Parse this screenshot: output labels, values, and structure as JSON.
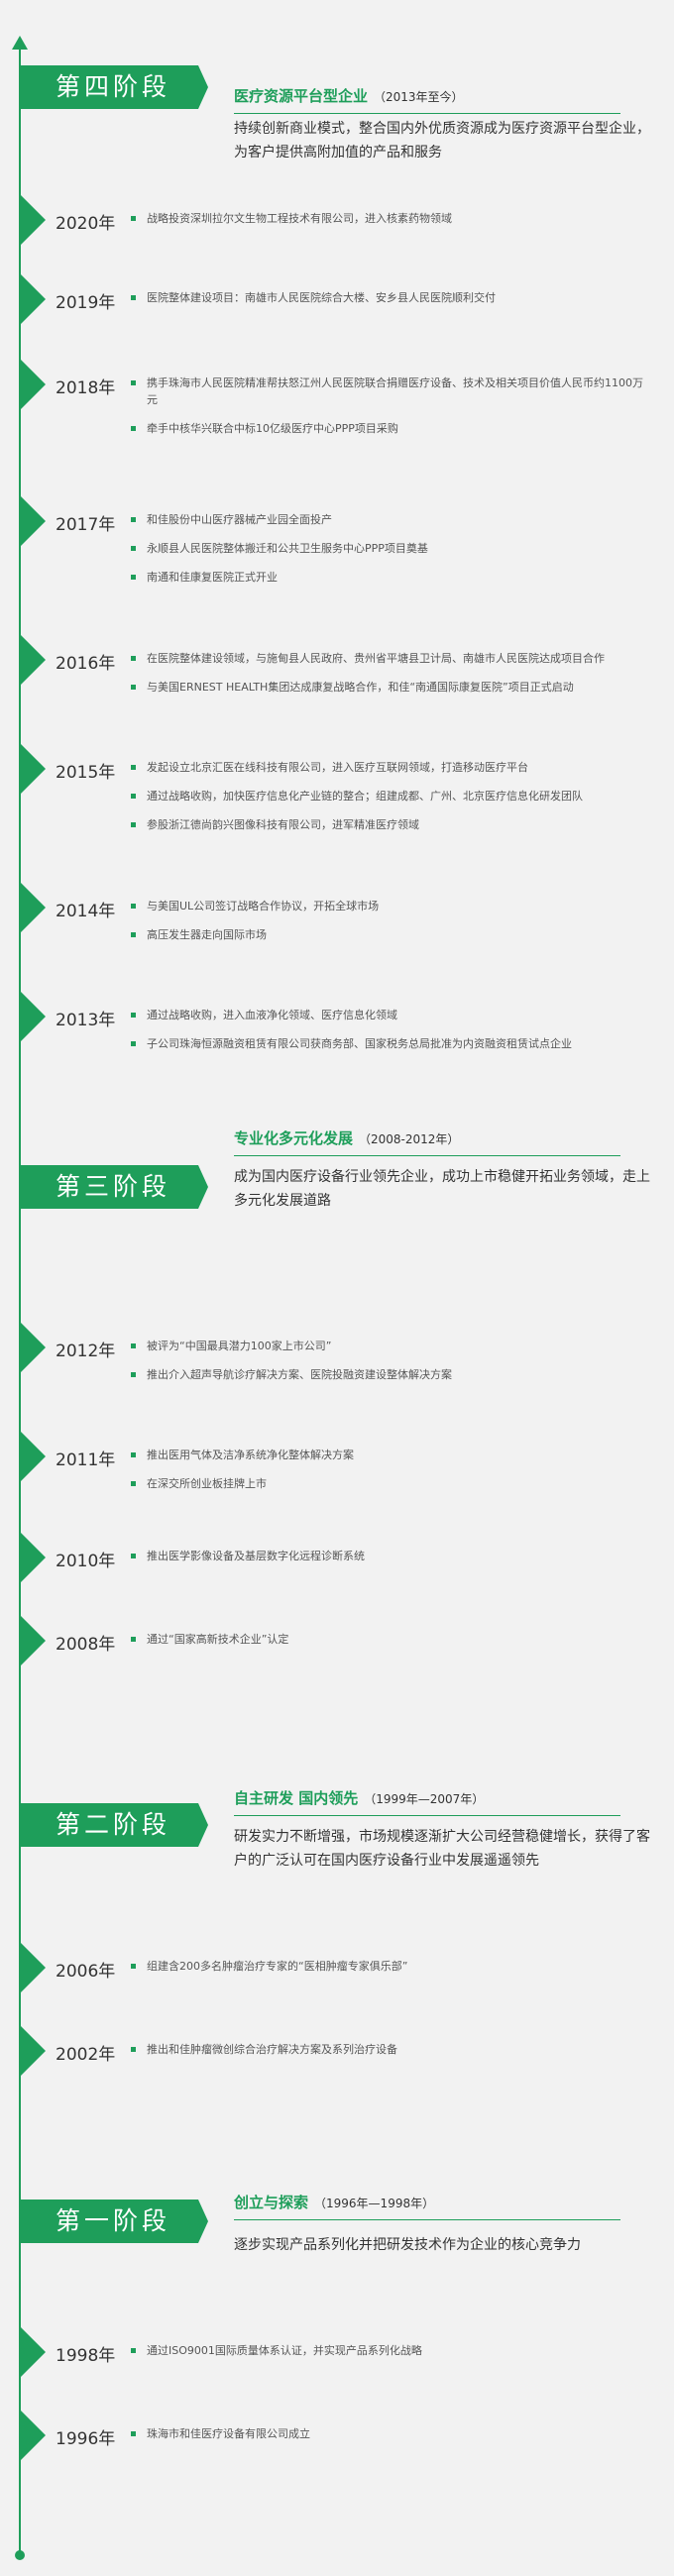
{
  "stages": [
    {
      "label": "第四阶段",
      "title": "医疗资源平台型企业",
      "period": "（2013年至今）",
      "desc": "持续创新商业模式，整合国内外优质资源成为医疗资源平台型企业，为客户提供高附加值的产品和服务",
      "years": [
        {
          "year": "2020年",
          "events": [
            "战略投资深圳拉尔文生物工程技术有限公司，进入核素药物领域"
          ]
        },
        {
          "year": "2019年",
          "events": [
            "医院整体建设项目：南雄市人民医院综合大楼、安乡县人民医院顺利交付"
          ]
        },
        {
          "year": "2018年",
          "events": [
            "携手珠海市人民医院精准帮扶怒江州人民医院联合捐赠医疗设备、技术及相关项目价值人民币约1100万元",
            "牵手中核华兴联合中标10亿级医疗中心PPP项目采购"
          ]
        },
        {
          "year": "2017年",
          "events": [
            "和佳股份中山医疗器械产业园全面投产",
            "永顺县人民医院整体搬迁和公共卫生服务中心PPP项目奠基",
            "南通和佳康复医院正式开业"
          ]
        },
        {
          "year": "2016年",
          "events": [
            "在医院整体建设领域，与施甸县人民政府、贵州省平塘县卫计局、南雄市人民医院达成项目合作",
            "与美国ERNEST HEALTH集团达成康复战略合作，和佳“南通国际康复医院”项目正式启动"
          ]
        },
        {
          "year": "2015年",
          "events": [
            "发起设立北京汇医在线科技有限公司，进入医疗互联网领域，打造移动医疗平台",
            "通过战略收购，加快医疗信息化产业链的整合；组建成都、广州、北京医疗信息化研发团队",
            "参股浙江德尚韵兴图像科技有限公司，进军精准医疗领域"
          ]
        },
        {
          "year": "2014年",
          "events": [
            "与美国UL公司签订战略合作协议，开拓全球市场",
            "高压发生器走向国际市场"
          ]
        },
        {
          "year": "2013年",
          "events": [
            "通过战略收购，进入血液净化领域、医疗信息化领域",
            "子公司珠海恒源融资租赁有限公司获商务部、国家税务总局批准为内资融资租赁试点企业"
          ]
        }
      ]
    },
    {
      "label": "第三阶段",
      "title": "专业化多元化发展",
      "period": "（2008-2012年）",
      "desc": "成为国内医疗设备行业领先企业，成功上市稳健开拓业务领域，走上多元化发展道路",
      "years": [
        {
          "year": "2012年",
          "events": [
            "被评为“中国最具潜力100家上市公司”",
            "推出介入超声导航诊疗解决方案、医院投融资建设整体解决方案"
          ]
        },
        {
          "year": "2011年",
          "events": [
            "推出医用气体及洁净系统净化整体解决方案",
            "在深交所创业板挂牌上市"
          ]
        },
        {
          "year": "2010年",
          "events": [
            "推出医学影像设备及基层数字化远程诊断系统"
          ]
        },
        {
          "year": "2008年",
          "events": [
            "通过“国家高新技术企业”认定"
          ]
        }
      ]
    },
    {
      "label": "第二阶段",
      "title": "自主研发 国内领先",
      "period": "（1999年—2007年）",
      "desc": "研发实力不断增强，市场规模逐渐扩大公司经营稳健增长，获得了客户的广泛认可在国内医疗设备行业中发展遥遥领先",
      "years": [
        {
          "year": "2006年",
          "events": [
            "组建含200多名肿瘤治疗专家的“医相肿瘤专家俱乐部”"
          ]
        },
        {
          "year": "2002年",
          "events": [
            "推出和佳肿瘤微创综合治疗解决方案及系列治疗设备"
          ]
        }
      ]
    },
    {
      "label": "第一阶段",
      "title": "创立与探索",
      "period": "（1996年—1998年）",
      "desc": "逐步实现产品系列化并把研发技术作为企业的核心竞争力",
      "years": [
        {
          "year": "1998年",
          "events": [
            "通过ISO9001国际质量体系认证，并实现产品系列化战略"
          ]
        },
        {
          "year": "1996年",
          "events": [
            "珠海市和佳医疗设备有限公司成立"
          ]
        }
      ]
    }
  ]
}
